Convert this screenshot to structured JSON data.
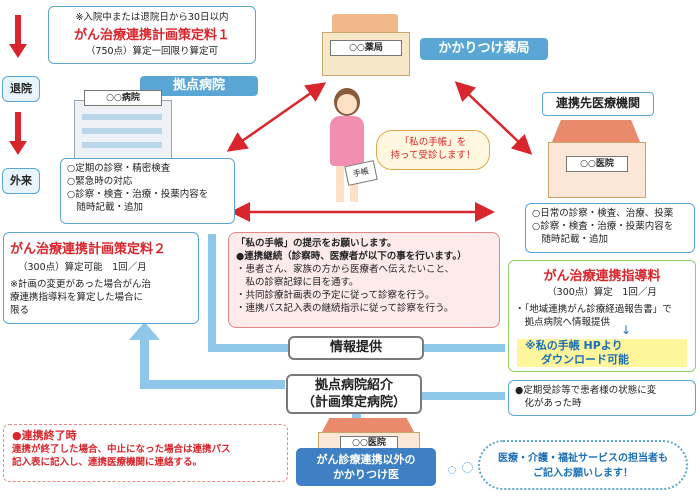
{
  "side": {
    "inpatient": "退院",
    "outpatient": "外来"
  },
  "plan1": {
    "note": "※入院中または退院日から30日以内",
    "title": "がん治療連携計画策定料１",
    "points": "（750点）算定一回限り算定可"
  },
  "base_hospital": {
    "label": "拠点病院",
    "sign": "○○病院"
  },
  "pharmacy": {
    "sign": "○○薬局",
    "label": "かかりつけ薬局"
  },
  "partner": {
    "label": "連携先医療機関",
    "sign": "○○医院"
  },
  "hospital_tasks": [
    "○定期の診察・精密検査",
    "○緊急時の対応",
    "○診察・検査・治療・投薬内容を",
    "　随時記載・追加"
  ],
  "partner_tasks": [
    "○日常の診察・検査、治療、投薬",
    "○診察・検査・治療・投薬内容を",
    "　随時記載・追加"
  ],
  "speech": [
    "「私の手帳」を",
    "持って受診します！"
  ],
  "notebook_label": "手帳",
  "plan2": {
    "title": "がん治療連携計画策定料２",
    "points": "（300点）算定可能　1回／月",
    "note": [
      "※計画の変更があった場合がん治",
      "療連携指導料を算定した場合に",
      "限る"
    ]
  },
  "request": {
    "lines": [
      "「私の手帳」の提示をお願いします。",
      "●連携継続（診察時、医療者が以下の事を行います。）",
      "・患者さん、家族の方から医療者へ伝えたいこと、",
      "　私の診察記録に目を通す。",
      "・共同診療計画表の予定に従って診察を行う。",
      "・連携パス記入表の継続指示に従って診察を行う。"
    ]
  },
  "guidance": {
    "title": "がん治療連携指導料",
    "points": "（300点）算定　1回／月",
    "desc": [
      "・「地域連携がん診療経過報告書」で",
      "　拠点病院へ情報提供"
    ],
    "download": [
      "※私の手帳 HPより",
      "ダウンロード可能"
    ]
  },
  "info": "情報提供",
  "referral": [
    "拠点病院紹介",
    "（計画策定病院）"
  ],
  "regular": [
    "●定期受診等で患者様の状態に変",
    "　化があった時"
  ],
  "end": {
    "title": "●連携終了時",
    "lines": [
      "連携が終了した場合、中止になった場合は連携パス",
      "記入表に記入し、連携医療機関に連絡する。"
    ]
  },
  "clinic": {
    "sign": "○○医院",
    "label": [
      "がん診療連携以外の",
      "かかりつけ医"
    ]
  },
  "cloud": [
    "医療・介護・福祉サービスの担当者も",
    "ご記入お願いします！"
  ],
  "colors": {
    "accent_red": "#d9262c",
    "sky_blue": "#5aa7d6",
    "arrow_blue": "#8ec7e8",
    "pink": "#fdeaea"
  }
}
